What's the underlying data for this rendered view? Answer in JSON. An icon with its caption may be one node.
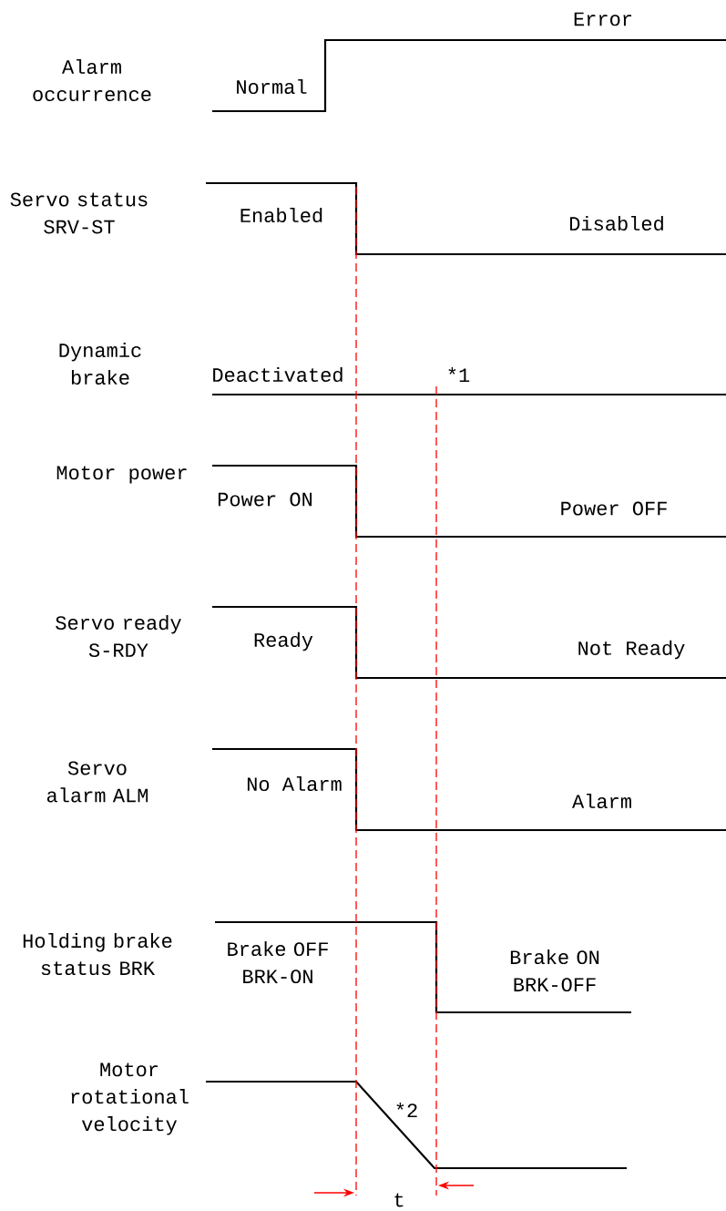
{
  "diagram": {
    "labels": [
      "Error",
      "Alarm occurrence",
      "Normal",
      "Servo status SRV-ST",
      "Enabled",
      "Disabled",
      "Dynamic brake",
      "Deactivated",
      "*1",
      "Motor power",
      "Power ON",
      "Power OFF",
      "Servo ready S-RDY",
      "Ready",
      "Not Ready",
      "Servo alarm ALM",
      "No Alarm",
      "Alarm",
      "Holding brake status BRK",
      "Brake OFF BRK-ON",
      "Brake ON BRK-OFF",
      "Motor rotational velocity",
      "*2",
      "t"
    ]
  }
}
